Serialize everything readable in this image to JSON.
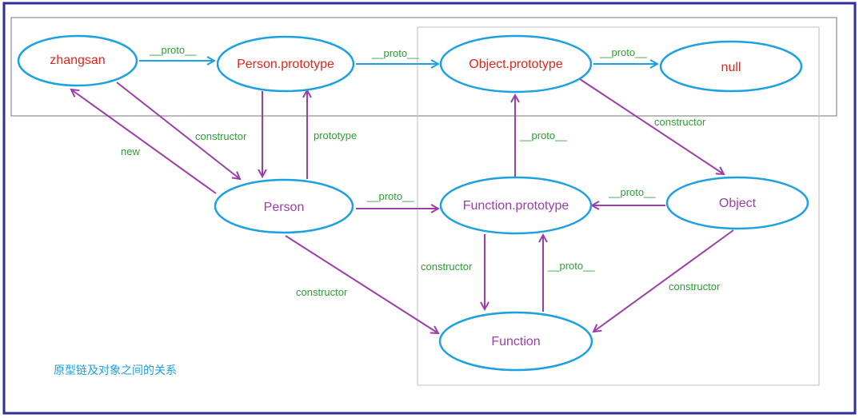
{
  "colors": {
    "blue": "#1BA1E2",
    "purple": "#9B3FA8",
    "red": "#E1261C",
    "green": "#2E9E36",
    "frame": "#2E2E9E",
    "gray_box": "#8C8C8C",
    "light_box": "#C8C8C8"
  },
  "nodes": {
    "zhangsan": "zhangsan",
    "person_prototype": "Person.prototype",
    "object_prototype": "Object.prototype",
    "null": "null",
    "person": "Person",
    "function_prototype": "Function.prototype",
    "object": "Object",
    "function": "Function"
  },
  "labels": {
    "proto_zhangsan_pp": "__proto__",
    "proto_pp_op": "__proto__",
    "proto_op_null": "__proto__",
    "constructor_zhangsan_person": "constructor",
    "new": "new",
    "prototype_person": "prototype",
    "proto_person_fp": "__proto__",
    "proto_fp_op": "__proto__",
    "constructor_op_object": "constructor",
    "proto_object_fp": "__proto__",
    "constructor_fp_function": "constructor",
    "proto_function_fp": "__proto__",
    "constructor_person_function": "constructor",
    "constructor_object_function": "constructor"
  },
  "caption": "原型链及对象之间的关系"
}
